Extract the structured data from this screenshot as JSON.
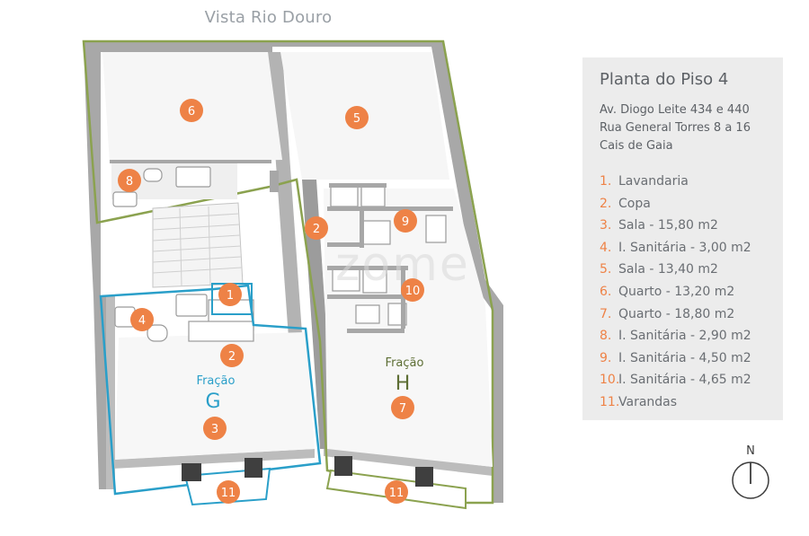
{
  "view_title": "Vista Rio Douro",
  "panel": {
    "title": "Planta do Piso 4",
    "address": [
      "Av. Diogo Leite 434 e 440",
      "Rua General Torres 8 a 16",
      "Cais de Gaia"
    ],
    "rooms": [
      {
        "num": "1.",
        "label": "Lavandaria"
      },
      {
        "num": "2.",
        "label": "Copa"
      },
      {
        "num": "3.",
        "label": "Sala - 15,80 m2"
      },
      {
        "num": "4.",
        "label": "I. Sanitária - 3,00 m2"
      },
      {
        "num": "5.",
        "label": "Sala - 13,40 m2"
      },
      {
        "num": "6.",
        "label": "Quarto - 13,20 m2"
      },
      {
        "num": "7.",
        "label": "Quarto - 18,80 m2"
      },
      {
        "num": "8.",
        "label": "I. Sanitária - 2,90 m2"
      },
      {
        "num": "9.",
        "label": "I. Sanitária - 4,50 m2"
      },
      {
        "num": "10.",
        "label": "I. Sanitária - 4,65 m2"
      },
      {
        "num": "11.",
        "label": "Varandas"
      }
    ]
  },
  "fracoes": [
    {
      "word": "Fração",
      "letter": "G",
      "color": "#2a9fc9"
    },
    {
      "word": "Fração",
      "letter": "H",
      "color": "#6f8f3c"
    }
  ],
  "markers": [
    "1",
    "2",
    "2",
    "3",
    "4",
    "5",
    "6",
    "7",
    "8",
    "9",
    "10",
    "11",
    "11"
  ],
  "watermark": "zome",
  "compass_label": "N",
  "colors": {
    "marker": "#ee8246",
    "fracao_g_outline": "#2a9fc9",
    "fracao_h_outline": "#8ba24f",
    "wall": "#a9a9a9",
    "panel_bg": "#ececec"
  }
}
